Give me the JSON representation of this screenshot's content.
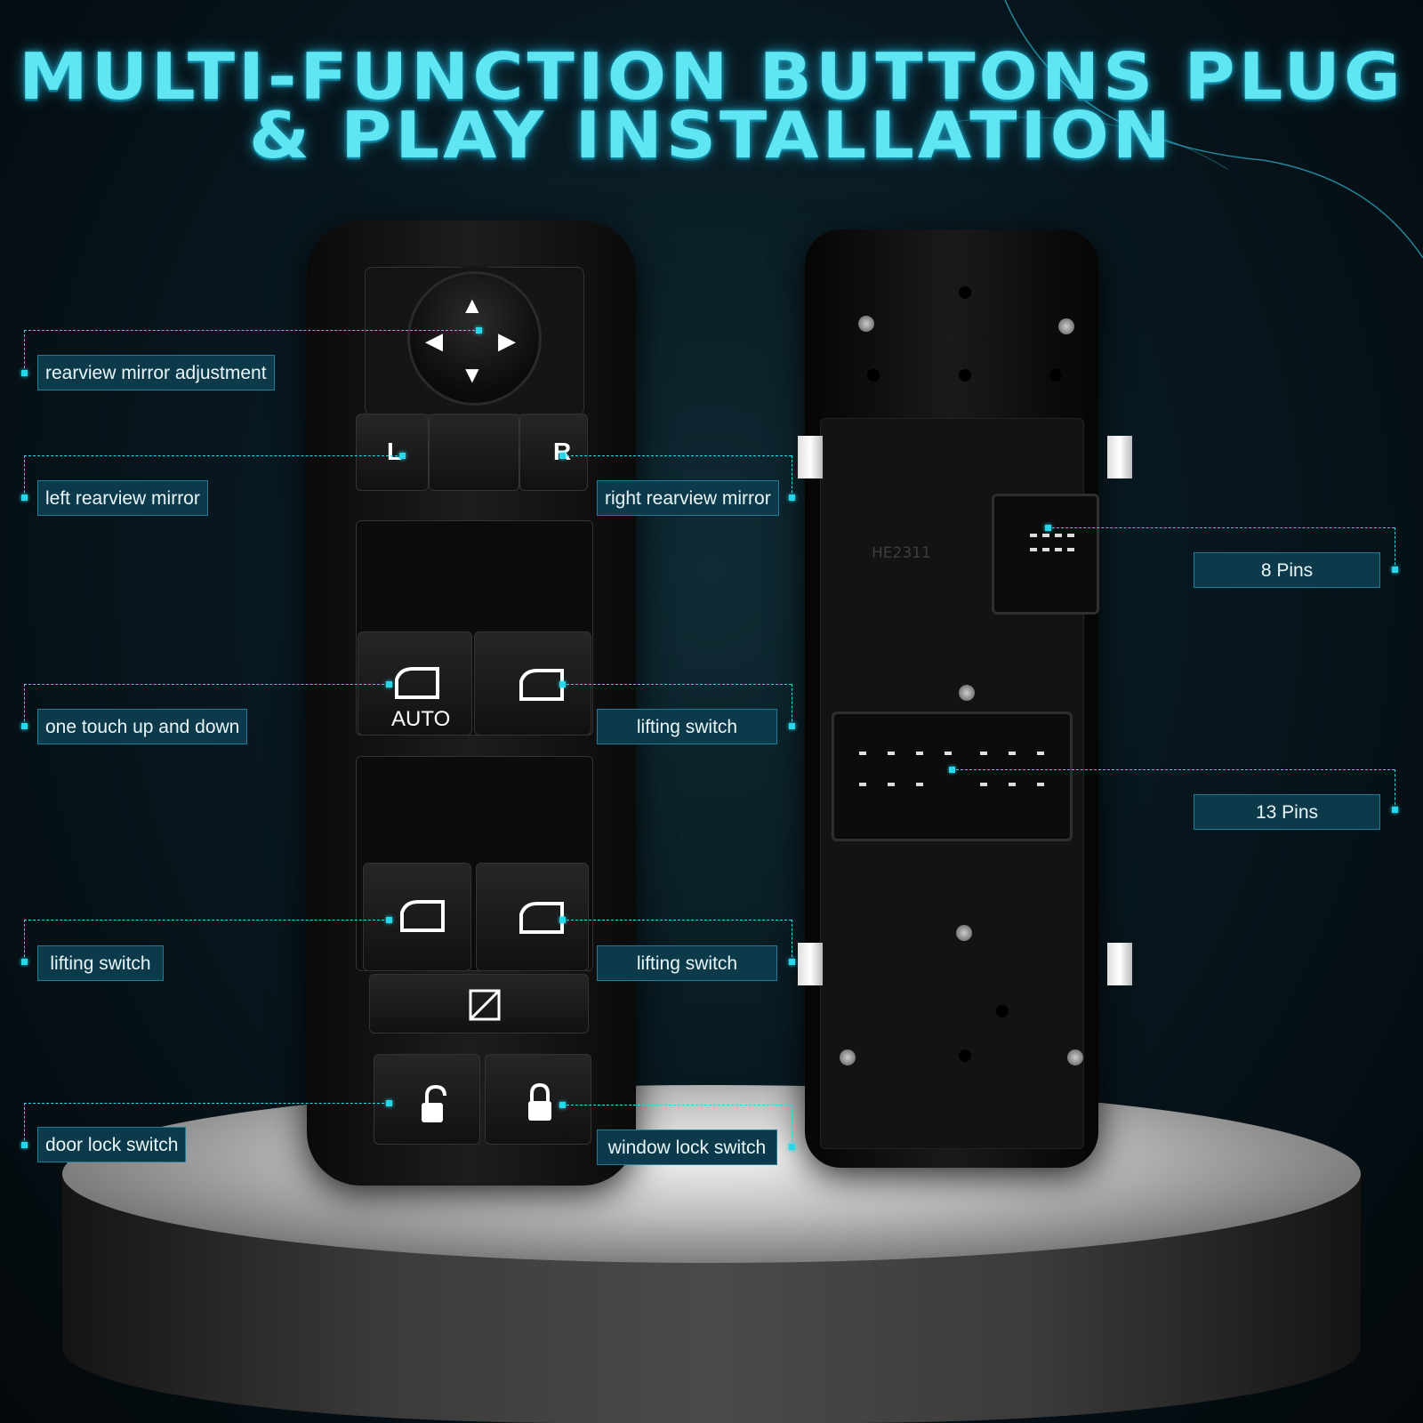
{
  "title": {
    "line1": "MULTI-FUNCTION BUTTONS PLUG",
    "line2": "& PLAY INSTALLATION"
  },
  "front_panel": {
    "left_mirror_letter": "L",
    "right_mirror_letter": "R",
    "auto_text": "AUTO"
  },
  "back_panel": {
    "part_number": "HE2311"
  },
  "callouts": {
    "rearview_mirror_adjustment": "rearview mirror adjustment",
    "left_rearview_mirror": "left rearview mirror",
    "right_rearview_mirror": "right rearview mirror",
    "one_touch": "one touch up and down",
    "lifting_switch_front_right": "lifting switch",
    "lifting_switch_rear_left": "lifting switch",
    "lifting_switch_rear_right": "lifting switch",
    "door_lock_switch": "door lock switch",
    "window_lock_switch": "window lock switch",
    "pins_8": "8 Pins",
    "pins_13": "13 Pins"
  },
  "colors": {
    "accent": "#27d7ea",
    "label_bg": "#0d3a4a",
    "title": "#5fe6f2"
  }
}
